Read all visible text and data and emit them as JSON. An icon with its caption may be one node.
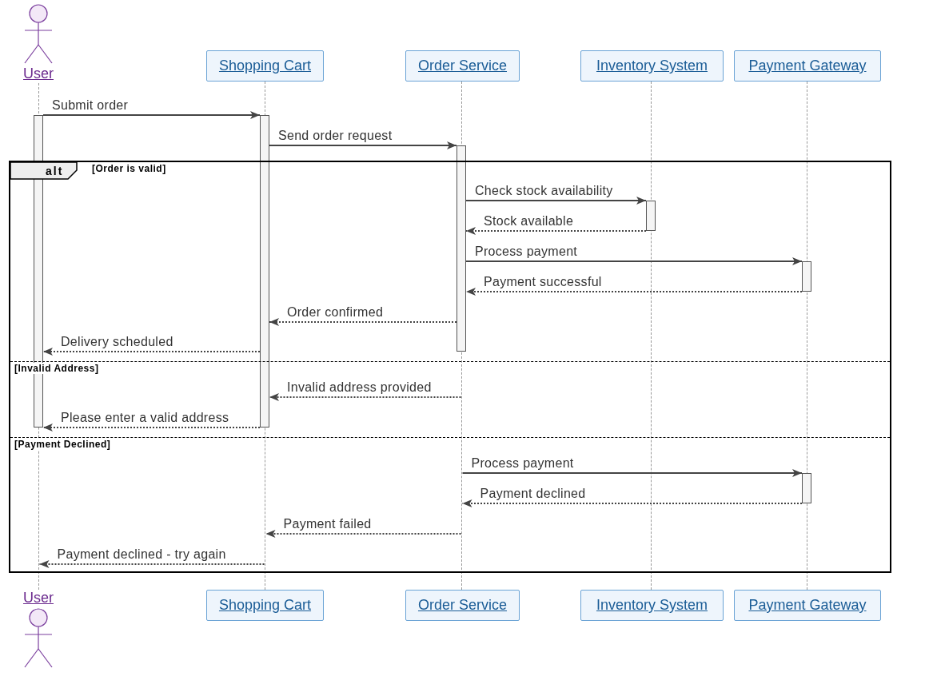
{
  "diagram": {
    "nodes": [
      {
        "text": [
          "User"
        ]
      },
      {
        "text": [
          "Shopping Cart"
        ]
      },
      {
        "text": [
          "Order Service"
        ]
      },
      {
        "text": [
          "Inventory System"
        ]
      },
      {
        "text": [
          "Payment Gateway"
        ]
      },
      {
        "text": [
          "User"
        ]
      },
      {
        "text": [
          "Shopping Cart"
        ]
      },
      {
        "text": [
          "Order Service"
        ]
      },
      {
        "text": [
          "Inventory System"
        ]
      },
      {
        "text": [
          "Payment Gateway"
        ]
      },
      {
        "text": [
          "alt",
          "[Order is valid]",
          "[Invalid Address]",
          "[Payment Declined]"
        ]
      },
      {
        "text": [],
        "shape": "line"
      },
      {
        "text": [],
        "shape": "line"
      },
      {
        "text": [],
        "shape": "line"
      },
      {
        "text": [],
        "shape": "line"
      },
      {
        "text": [],
        "shape": "line"
      },
      {
        "text": [],
        "shape": "bar"
      },
      {
        "text": [],
        "shape": "bar"
      },
      {
        "text": [],
        "shape": "bar"
      },
      {
        "text": [],
        "shape": "bar",
        "in": 10
      },
      {
        "text": [],
        "shape": "bar",
        "in": 10
      },
      {
        "text": [],
        "shape": "bar",
        "in": 10
      }
    ],
    "edges": [
      {
        "from": 16,
        "to": 17,
        "arrow": "to",
        "label": "Submit order"
      },
      {
        "from": 17,
        "to": 18,
        "arrow": "to",
        "label": "Send order request"
      },
      {
        "from": 18,
        "to": 19,
        "arrow": "to",
        "label": "Check stock availability"
      },
      {
        "from": 19,
        "to": 18,
        "arrow": "to",
        "label": "Stock available",
        "style": "dashed"
      },
      {
        "from": 18,
        "to": 20,
        "arrow": "to",
        "label": "Process payment"
      },
      {
        "from": 20,
        "to": 18,
        "arrow": "to",
        "label": "Payment successful",
        "style": "dashed"
      },
      {
        "from": 18,
        "to": 17,
        "arrow": "to",
        "label": "Order confirmed",
        "style": "dashed"
      },
      {
        "from": 17,
        "to": 16,
        "arrow": "to",
        "label": "Delivery scheduled",
        "style": "dashed"
      },
      {
        "from": 13,
        "to": 17,
        "arrow": "to",
        "label": "Invalid address provided",
        "style": "dashed"
      },
      {
        "from": 17,
        "to": 16,
        "arrow": "to",
        "label": "Please enter a valid address",
        "style": "dashed"
      },
      {
        "from": 13,
        "to": 21,
        "arrow": "to",
        "label": "Process payment"
      },
      {
        "from": 21,
        "to": 13,
        "arrow": "to",
        "label": "Payment declined",
        "style": "dashed"
      },
      {
        "from": 13,
        "to": 12,
        "arrow": "to",
        "label": "Payment failed",
        "style": "dashed"
      },
      {
        "from": 12,
        "to": 11,
        "arrow": "to",
        "label": "Payment declined - try again",
        "style": "dashed"
      }
    ]
  }
}
